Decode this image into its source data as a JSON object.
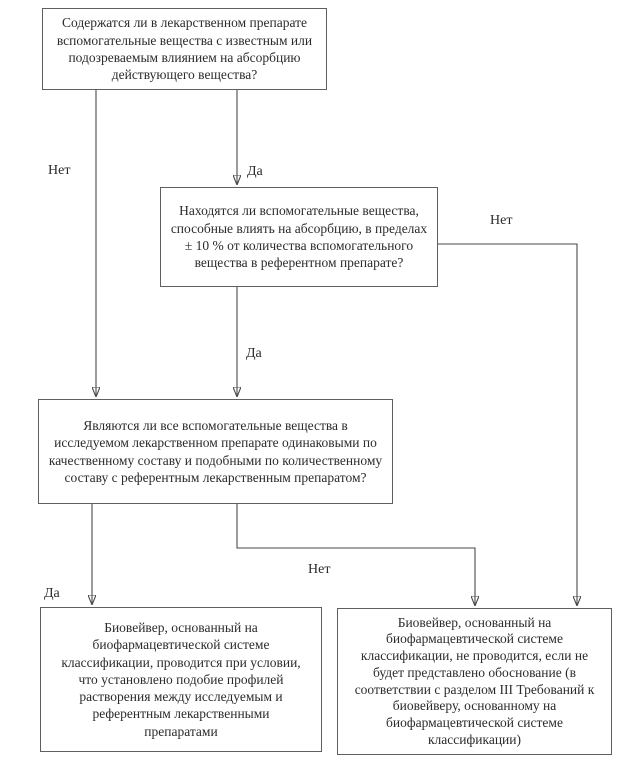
{
  "diagram": {
    "boxes": {
      "q1": "Содержатся ли в лекарственном препарате вспомогательные вещества с известным или подозреваемым влиянием на абсорбцию действующего вещества?",
      "q2": "Находятся ли вспомогательные вещества, способные влиять на абсорбцию, в пределах ± 10 % от количества вспомогательного вещества в референтном препарате?",
      "q3": "Являются ли все вспомогательные вещества в исследуемом лекарственном препарате одинаковыми по качественному составу и подобными по количественному составу с референтным лекарственным препаратом?",
      "outcome_positive": "Биовейвер, основанный на биофармацевтической системе классификации, проводится при условии, что установлено подобие профилей растворения между исследуемым и референтным лекарственными препаратами",
      "outcome_negative": "Биовейвер, основанный на биофармацевтической системе классификации, не проводится, если не будет представлено обоснование (в соответствии с разделом III Требований к биовейверу, основанному на биофармацевтической системе классификации)"
    },
    "edge_labels": {
      "no_left": "Нет",
      "yes_top": "Да",
      "no_right": "Нет",
      "yes_mid": "Да",
      "no_bottom": "Нет",
      "yes_bottom": "Да"
    },
    "colors": {
      "background": "#ffffff",
      "box_border": "#5f5f5f",
      "connector_line": "#4a4a4a",
      "text": "#2b2b2b"
    }
  }
}
